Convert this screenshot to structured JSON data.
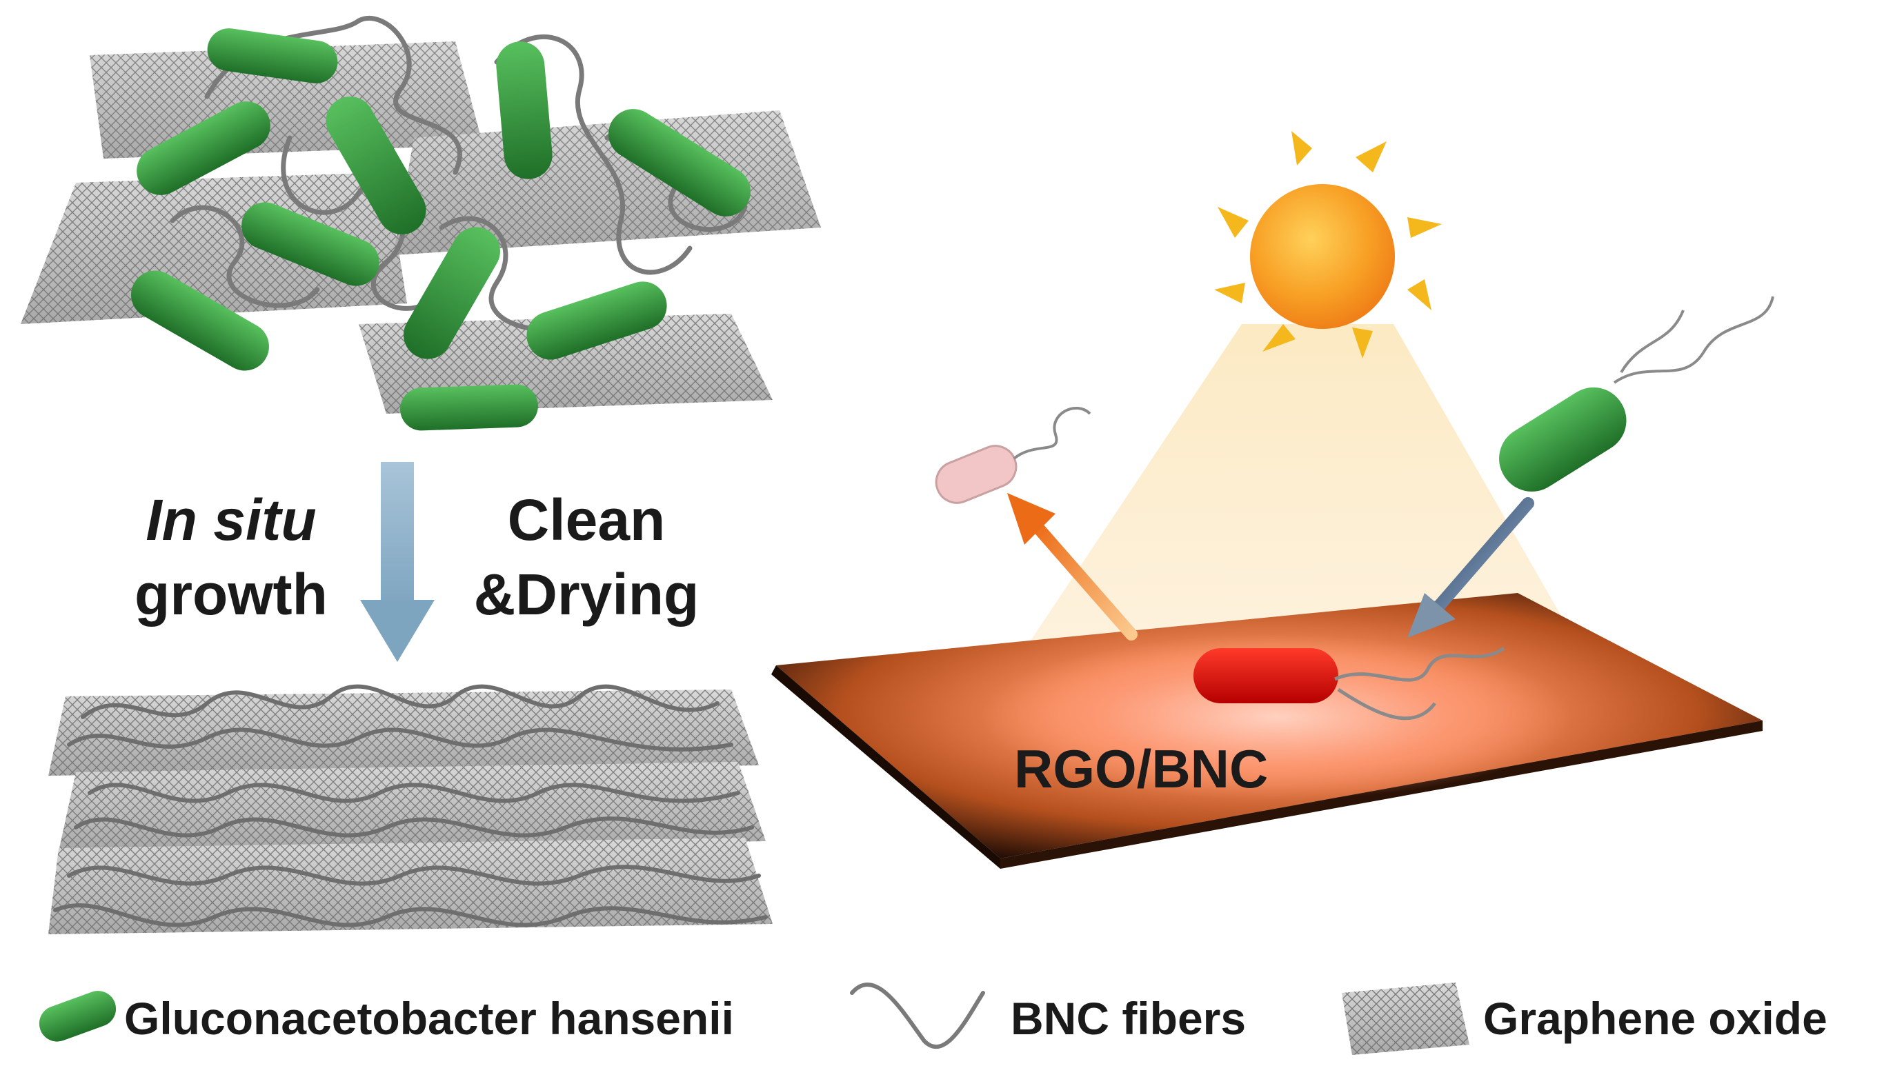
{
  "process": {
    "step_left": {
      "line1": "In situ",
      "line2": "growth"
    },
    "step_right": {
      "line1": "Clean",
      "line2": "&Drying"
    }
  },
  "device": {
    "label": "RGO/BNC"
  },
  "legend": {
    "bacteria": "Gluconacetobacter hansenii",
    "fibers": "BNC fibers",
    "graphene": "Graphene oxide"
  },
  "colors": {
    "bacteria_green": "#2f9a38",
    "arrow_blue": "#8fb3cc",
    "sun_orange": "#f7a322",
    "ray_yellow": "#f5b81c",
    "dead_bacteria_pink": "#f2c6c6",
    "hot_bacteria_red": "#e01010",
    "out_arrow_orange": "#f07a1e",
    "in_arrow_navy": "#2d4e79"
  }
}
